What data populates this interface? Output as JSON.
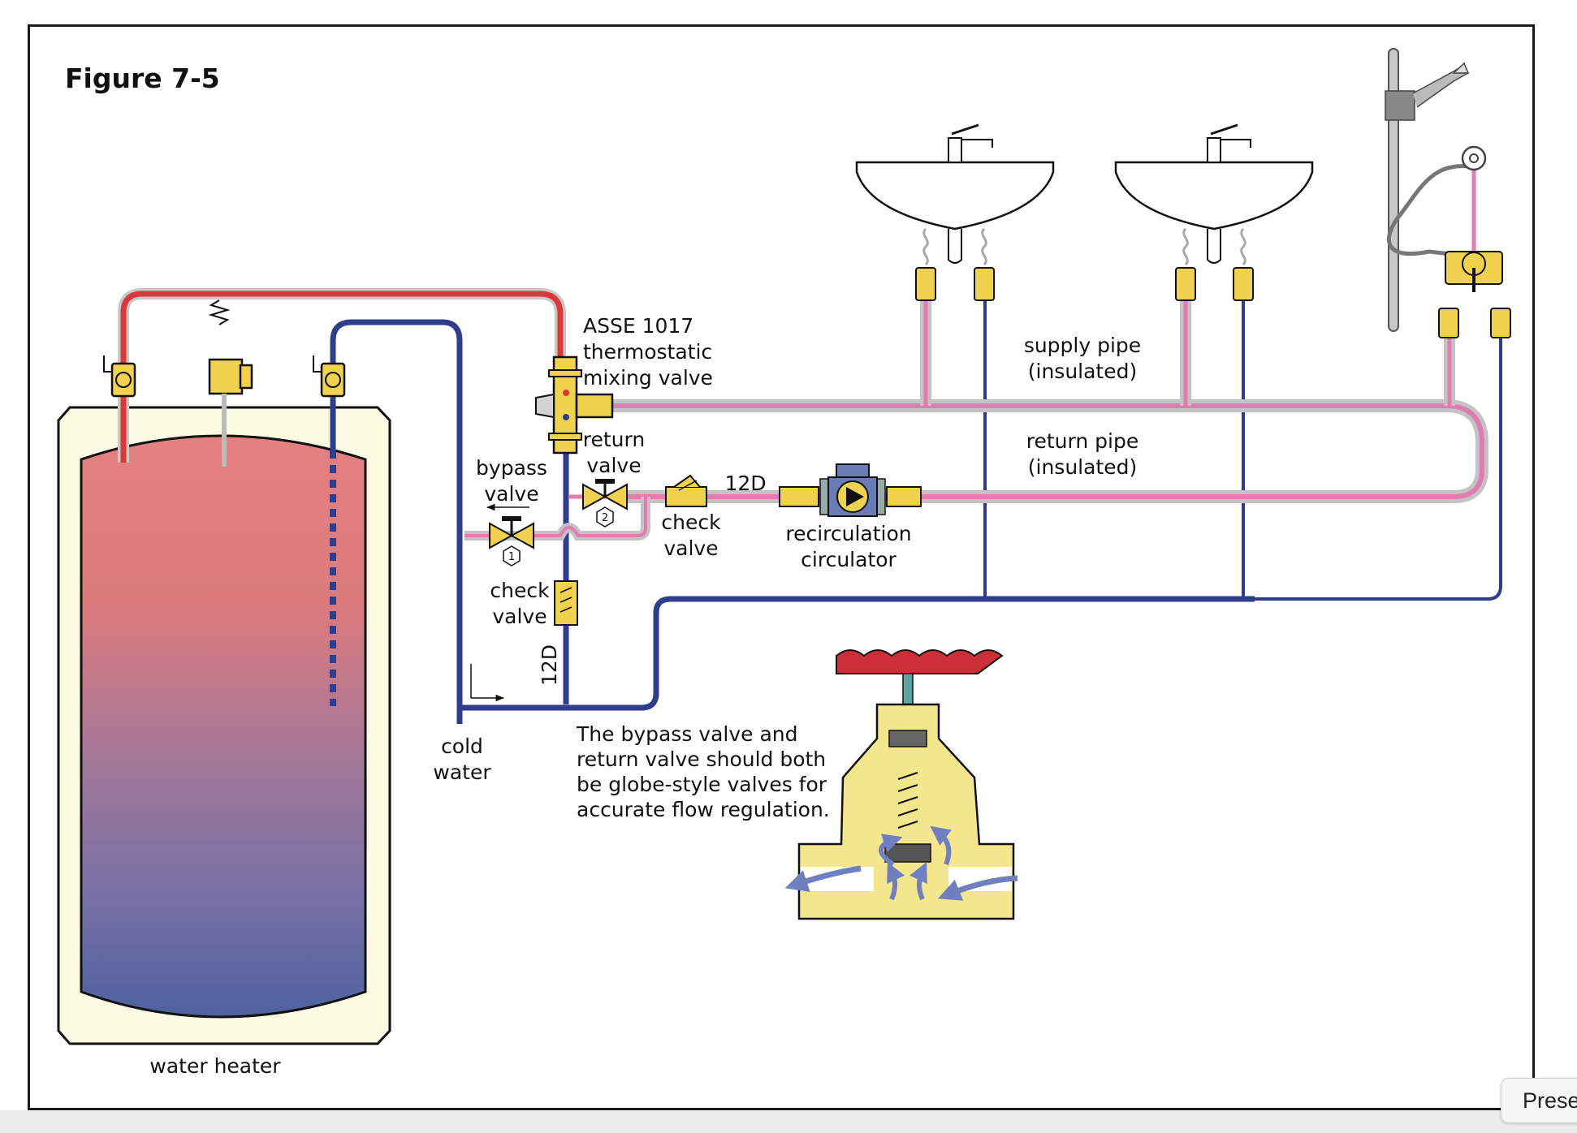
{
  "figure": {
    "title": "Figure 7-5"
  },
  "labels": {
    "mixing_valve": [
      "ASSE 1017",
      "thermostatic",
      "mixing valve"
    ],
    "return_valve": [
      "return",
      "valve"
    ],
    "bypass_valve": [
      "bypass",
      "valve"
    ],
    "bypass_number": "1",
    "return_number": "2",
    "check_valve_horizontal": [
      "check",
      "valve"
    ],
    "check_valve_vertical": [
      "check",
      "valve"
    ],
    "dim_horizontal": "12D",
    "dim_vertical": "12D",
    "circulator": [
      "recirculation",
      "circulator"
    ],
    "supply_pipe": [
      "supply pipe",
      "(insulated)"
    ],
    "return_pipe": [
      "return pipe",
      "(insulated)"
    ],
    "cold_water": [
      "cold",
      "water"
    ],
    "water_heater": "water heater",
    "note": [
      "The bypass valve and",
      "return valve should both",
      "be globe-style valves for",
      "accurate flow regulation."
    ]
  },
  "ui": {
    "present_button": "Prese"
  },
  "colors": {
    "hot": "#d9393a",
    "cold": "#2e3e8c",
    "mixed": "#e27bb0",
    "insulation": "#c3c3c3",
    "brass": "#f0d24f",
    "handwheel": "#cc2f36",
    "flow_arrow": "#6f7fbf"
  }
}
